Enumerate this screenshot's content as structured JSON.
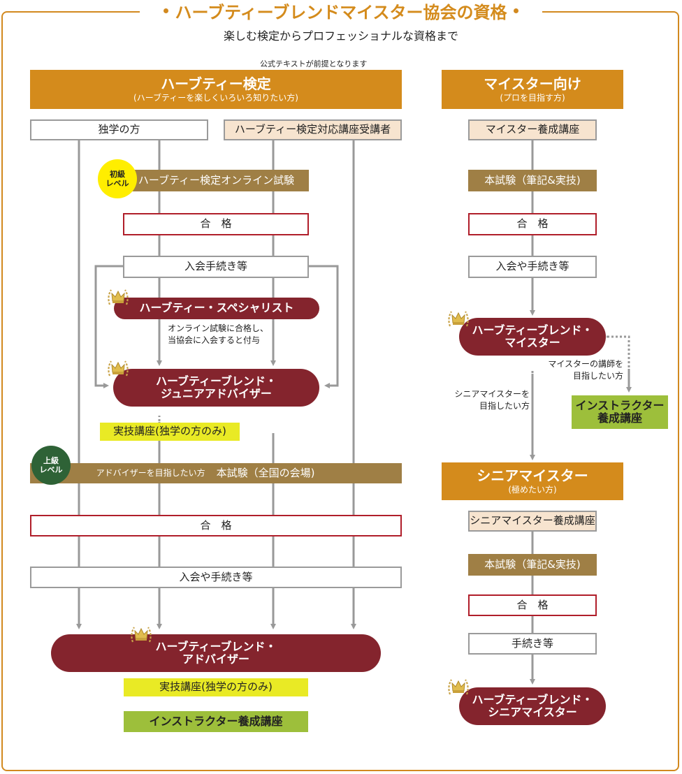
{
  "header": {
    "title": "ハーブティーブレンドマイスター協会の資格",
    "subtitle": "楽しむ検定からプロフェッショナルな資格まで",
    "note": "公式テキストが前提となります"
  },
  "left": {
    "title": "ハーブティー検定",
    "title_sub": "(ハーブティーを楽しくいろいろ知りたい方)",
    "self_study": "独学の方",
    "course": "ハーブティー検定対応講座受講者",
    "beginner_badge": "初級\nレベル",
    "online_exam": "ハーブティー検定オンライン試験",
    "pass1": "合　格",
    "procedure1": "入会手続き等",
    "specialist": "ハーブティー・スペシャリスト",
    "specialist_note": "オンライン試験に合格し、\n当協会に入会すると付与",
    "junior_adviser": "ハーブティーブレンド・\nジュニアアドバイザー",
    "practical1": "実技講座(独学の方のみ)",
    "advanced_badge": "上級\nレベル",
    "adviser_note": "アドバイザーを目指したい方",
    "main_exam": "本試験（全国の会場)",
    "pass2": "合　格",
    "procedure2": "入会や手続き等",
    "adviser": "ハーブティーブレンド・\nアドバイザー",
    "practical2": "実技講座(独学の方のみ)",
    "instructor": "インストラクター養成講座"
  },
  "right": {
    "title": "マイスター向け",
    "title_sub": "(プロを目指す方)",
    "course": "マイスター養成講座",
    "exam": "本試験（筆記&実技)",
    "pass": "合　格",
    "procedure": "入会や手続き等",
    "meister": "ハーブティーブレンド・\nマイスター",
    "instructor_note": "マイスターの講師を\n目指したい方",
    "instructor": "インストラクター\n養成講座",
    "senior_note": "シニアマイスターを\n目指したい方",
    "senior_title": "シニアマイスター",
    "senior_sub": "(極めたい方)",
    "senior_course": "シニアマイスター養成講座",
    "senior_exam": "本試験（筆記&実技)",
    "senior_pass": "合　格",
    "senior_procedure": "手続き等",
    "senior_meister": "ハーブティーブレンド・\nシニアマイスター"
  },
  "colors": {
    "frame": "#d2891f",
    "title": "#d48b1c",
    "header_box": "#d48b1c",
    "exam_box": "#9f7f45",
    "qualification": "#84242d",
    "pass_border": "#b01e2a",
    "course_fill": "#f7e4cf",
    "practical": "#e9ea25",
    "instructor": "#9dbf3b",
    "beginner_badge": "#ffee00",
    "advanced_badge": "#2e6236",
    "arrow": "#999999"
  },
  "icons": [
    "crown-icon",
    "laurel-icon",
    "arrow-down-icon"
  ]
}
